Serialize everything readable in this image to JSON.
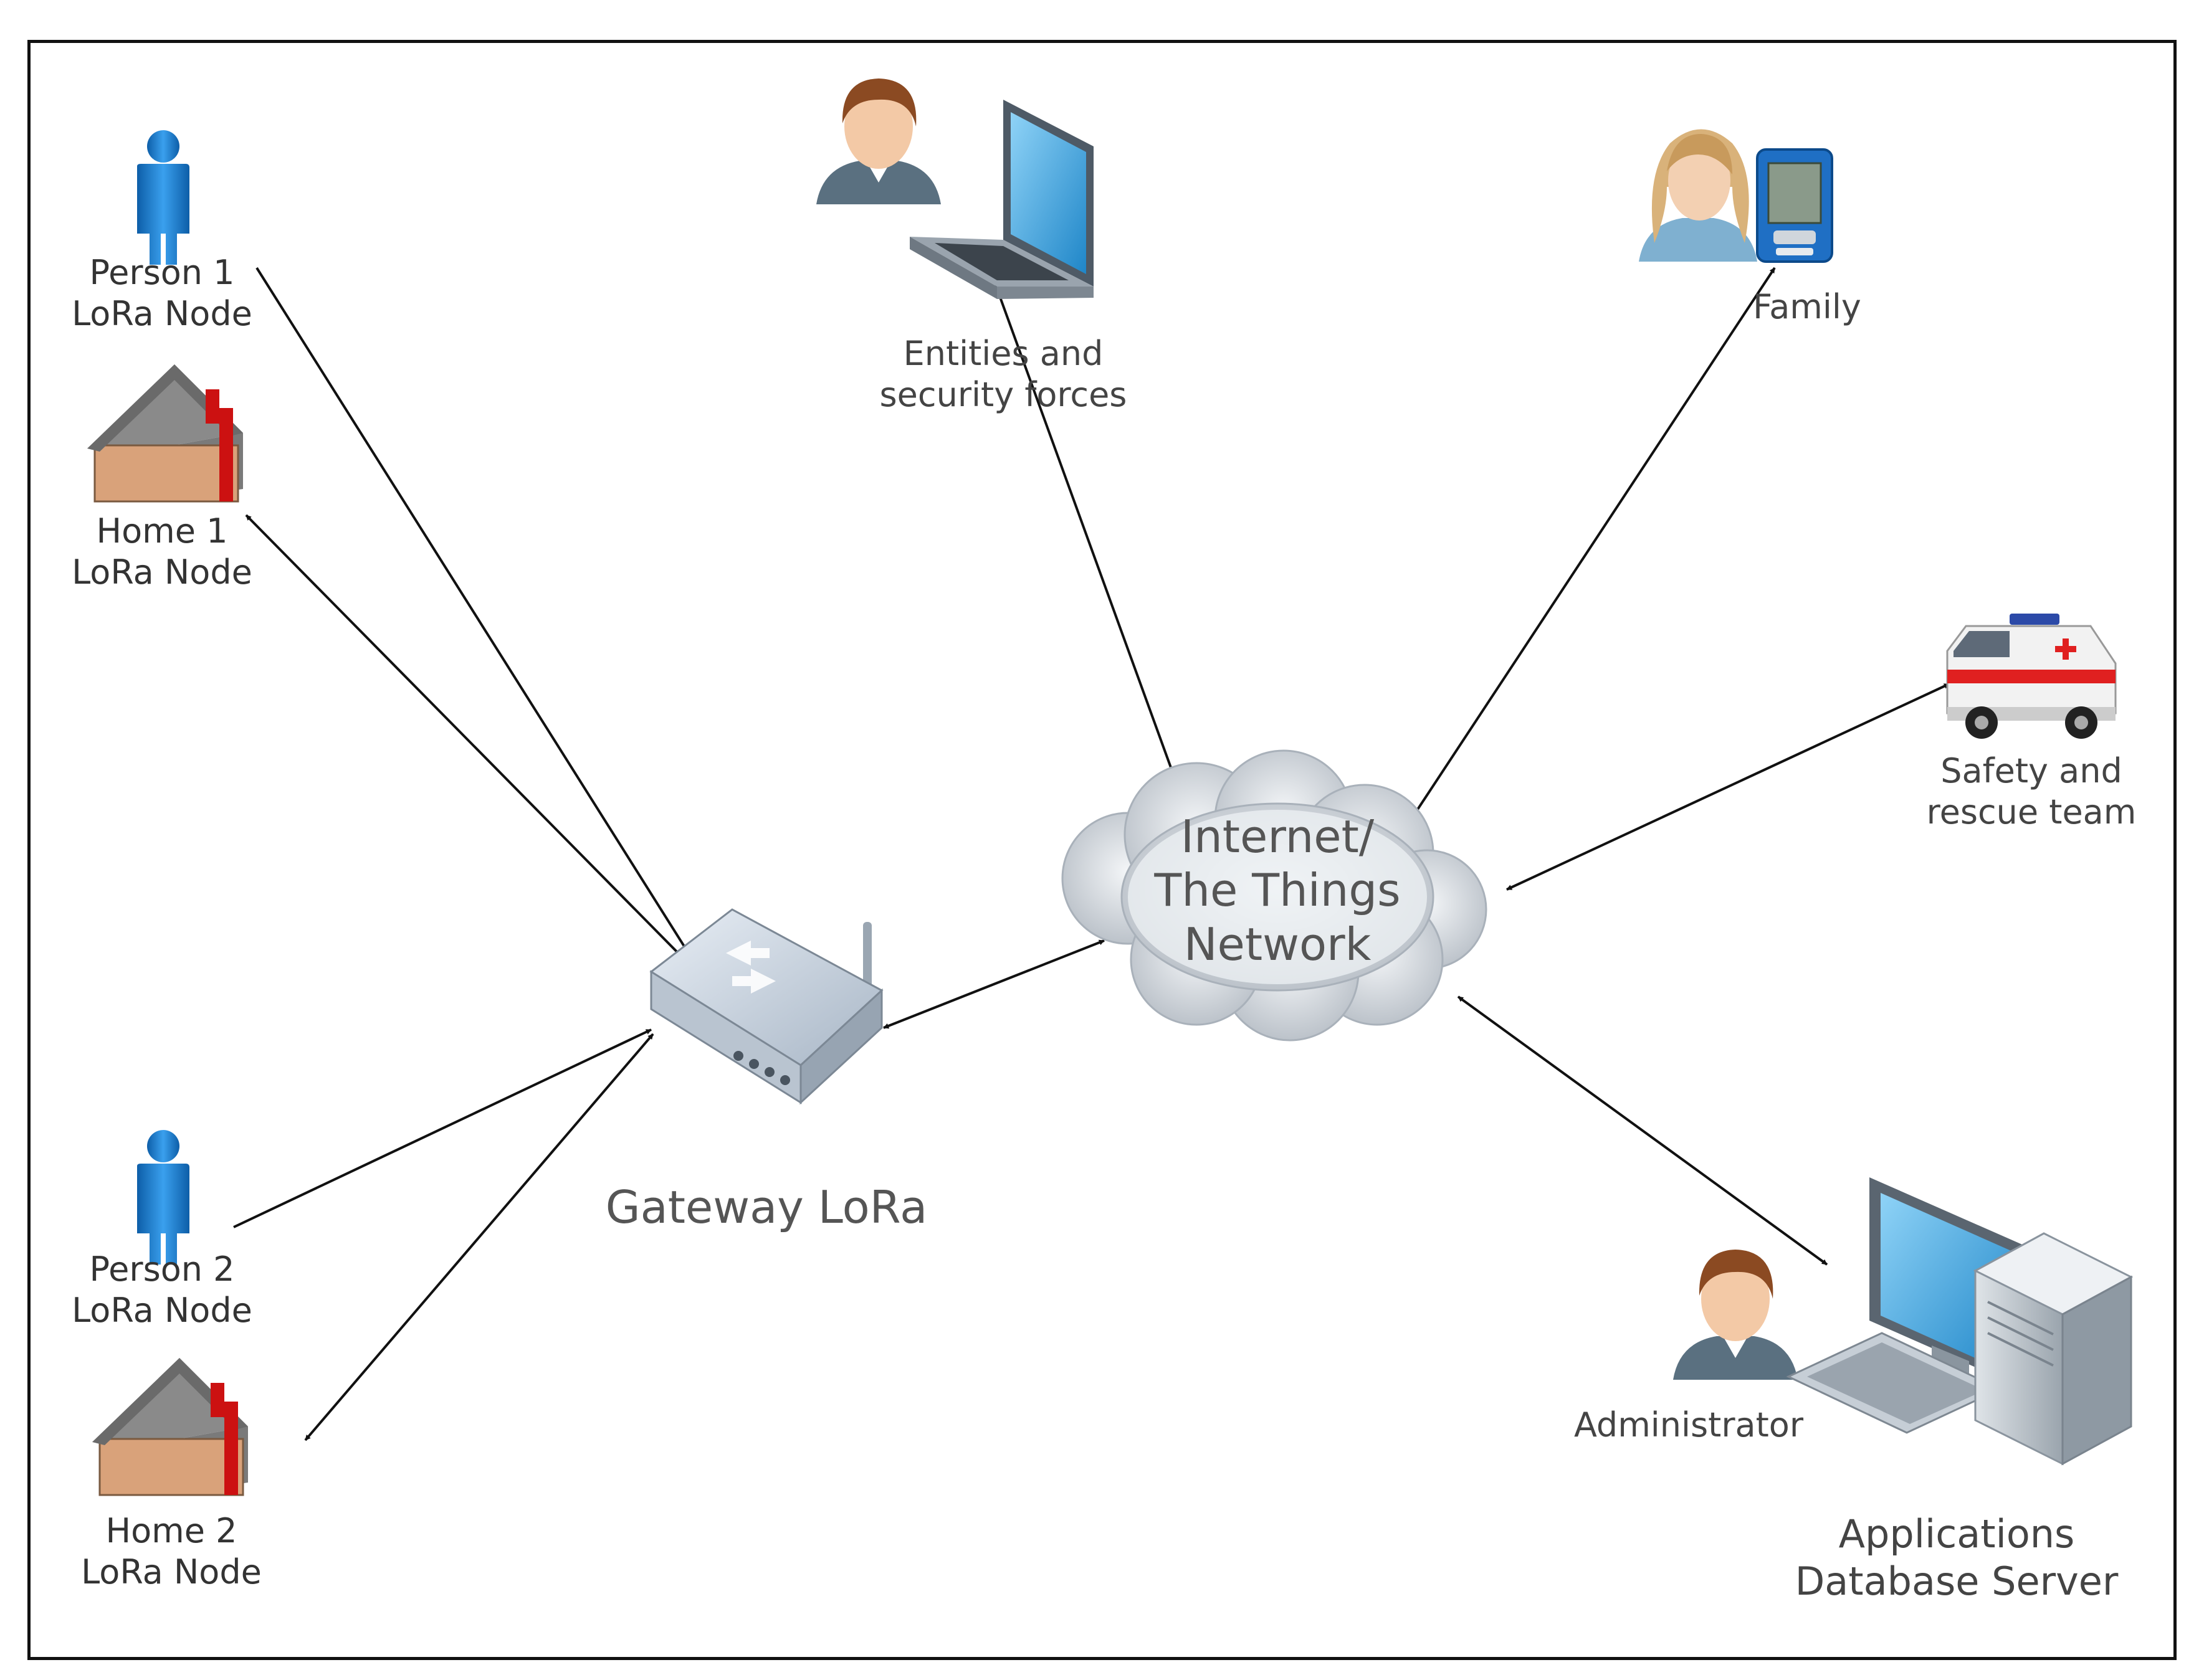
{
  "diagram": {
    "nodes": {
      "person1": {
        "label": "Person 1\nLoRa Node",
        "icon": "person-icon"
      },
      "home1": {
        "label": "Home 1\nLoRa Node",
        "icon": "house-icon"
      },
      "person2": {
        "label": "Person 2\nLoRa Node",
        "icon": "person-icon"
      },
      "home2": {
        "label": "Home 2\nLoRa Node",
        "icon": "house-icon"
      },
      "gateway": {
        "label": "Gateway LoRa",
        "icon": "router-icon"
      },
      "cloud": {
        "label": "Internet/\nThe Things\nNetwork",
        "icon": "cloud-icon"
      },
      "entities": {
        "label": "Entities and\nsecurity forces",
        "icon": "laptop-icon"
      },
      "family": {
        "label": "Family",
        "icon": "pda-icon"
      },
      "rescue": {
        "label": "Safety and\nrescue team",
        "icon": "ambulance-icon"
      },
      "administrator": {
        "label": "Administrator",
        "icon": "user-icon"
      },
      "server": {
        "label": "Applications\nDatabase Server",
        "icon": "desktop-computer-icon"
      }
    },
    "edges": [
      {
        "from": "person1",
        "to": "gateway",
        "direction": "to-gateway"
      },
      {
        "from": "home1",
        "to": "gateway",
        "direction": "both"
      },
      {
        "from": "person2",
        "to": "gateway",
        "direction": "to-gateway"
      },
      {
        "from": "home2",
        "to": "gateway",
        "direction": "both"
      },
      {
        "from": "gateway",
        "to": "cloud",
        "direction": "both"
      },
      {
        "from": "cloud",
        "to": "entities",
        "direction": "both"
      },
      {
        "from": "cloud",
        "to": "family",
        "direction": "both"
      },
      {
        "from": "cloud",
        "to": "rescue",
        "direction": "both"
      },
      {
        "from": "cloud",
        "to": "server",
        "direction": "both"
      }
    ],
    "colors": {
      "line": "#111111",
      "label": "#333333",
      "person_blue": "#1e7fd0",
      "house_roof": "#7a7a7a",
      "house_wall": "#d9a27a",
      "chimney": "#cc1111"
    }
  }
}
